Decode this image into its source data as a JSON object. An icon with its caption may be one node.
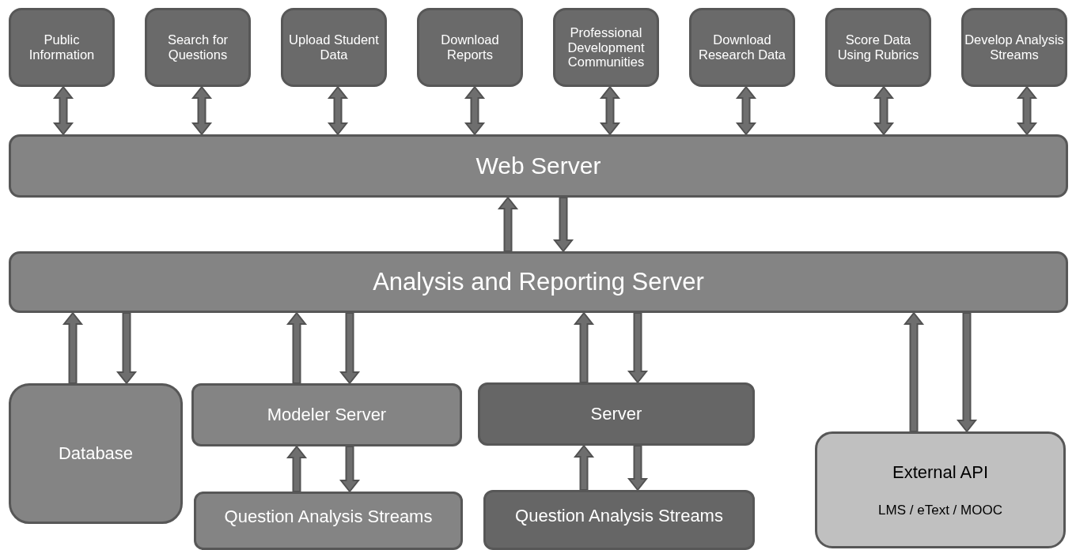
{
  "diagram": {
    "nodes": [
      {
        "text": [
          "Public Information"
        ]
      },
      {
        "text": [
          "Search for Questions"
        ]
      },
      {
        "text": [
          "Upload Student Data"
        ]
      },
      {
        "text": [
          "Download Reports"
        ]
      },
      {
        "text": [
          "Professional Development Communities"
        ]
      },
      {
        "text": [
          "Download Research Data"
        ]
      },
      {
        "text": [
          "Score Data Using Rubrics"
        ]
      },
      {
        "text": [
          "Develop Analysis Streams"
        ]
      },
      {
        "text": [
          "Web Server"
        ]
      },
      {
        "text": [
          "Analysis and Reporting Server"
        ]
      },
      {
        "text": [
          "Database"
        ]
      },
      {
        "text": [
          "Modeler Server"
        ]
      },
      {
        "text": [
          "Question Analysis Streams"
        ]
      },
      {
        "text": [
          "Server"
        ]
      },
      {
        "text": [
          "Question Analysis Streams"
        ]
      },
      {
        "text": [
          "External API",
          "LMS / eText / MOOC"
        ]
      }
    ],
    "edges": [
      {
        "from": 0,
        "to": 8,
        "arrow": "both"
      },
      {
        "from": 1,
        "to": 8,
        "arrow": "both"
      },
      {
        "from": 2,
        "to": 8,
        "arrow": "both"
      },
      {
        "from": 3,
        "to": 8,
        "arrow": "both"
      },
      {
        "from": 4,
        "to": 8,
        "arrow": "both"
      },
      {
        "from": 5,
        "to": 8,
        "arrow": "both"
      },
      {
        "from": 6,
        "to": 8,
        "arrow": "both"
      },
      {
        "from": 7,
        "to": 8,
        "arrow": "both"
      },
      {
        "from": 9,
        "to": 8,
        "arrow": "to"
      },
      {
        "from": 8,
        "to": 9,
        "arrow": "to"
      },
      {
        "from": 10,
        "to": 9,
        "arrow": "to"
      },
      {
        "from": 9,
        "to": 10,
        "arrow": "to"
      },
      {
        "from": 11,
        "to": 9,
        "arrow": "to"
      },
      {
        "from": 9,
        "to": 11,
        "arrow": "to"
      },
      {
        "from": 12,
        "to": 11,
        "arrow": "to"
      },
      {
        "from": 11,
        "to": 12,
        "arrow": "to"
      },
      {
        "from": 13,
        "to": 9,
        "arrow": "to"
      },
      {
        "from": 9,
        "to": 13,
        "arrow": "to"
      },
      {
        "from": 14,
        "to": 13,
        "arrow": "to"
      },
      {
        "from": 13,
        "to": 14,
        "arrow": "to"
      },
      {
        "from": 15,
        "to": 9,
        "arrow": "to"
      },
      {
        "from": 9,
        "to": 15,
        "arrow": "to"
      }
    ]
  }
}
